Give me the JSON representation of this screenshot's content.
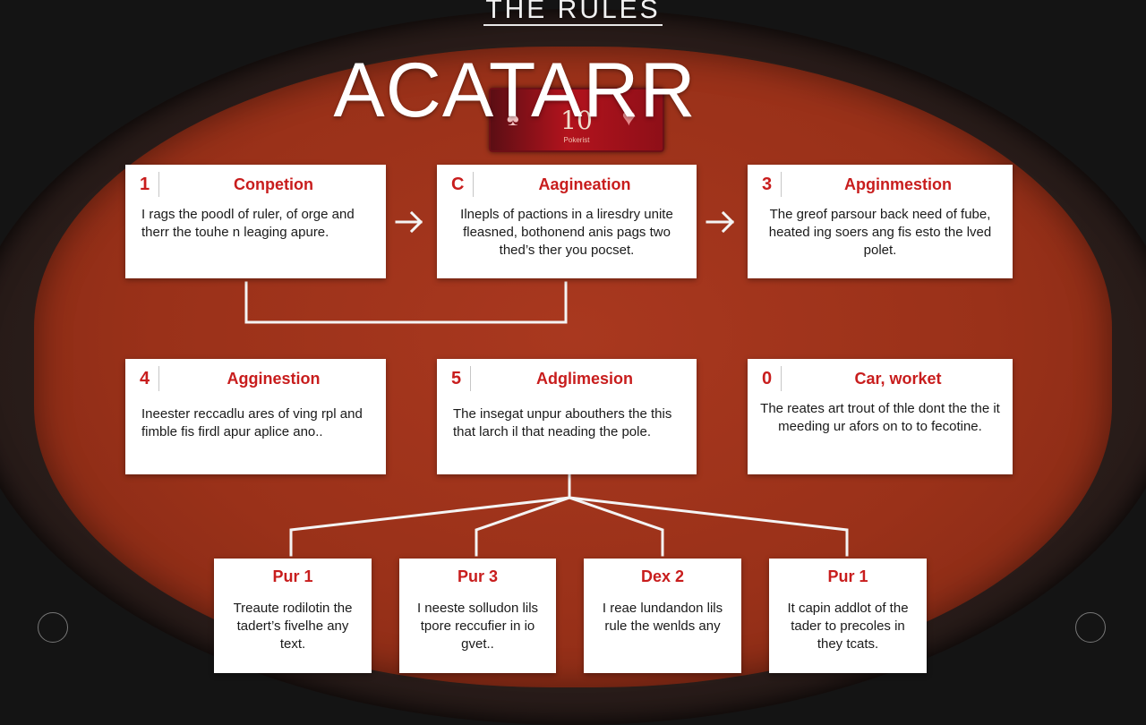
{
  "header": {
    "top_label": "THE RULES",
    "title": "ACATARR"
  },
  "badge": {
    "number": "10",
    "subtext": "Pokerist",
    "left_icon": "spade-icon",
    "right_icon": "heart-icon"
  },
  "steps_row1": [
    {
      "num": "1",
      "heading": "Conpetion",
      "text": "I rags the poodl of ruler, of orge and therr the touhe n leaging apure."
    },
    {
      "num": "C",
      "heading": "Aagineation",
      "text": "Ilnepls of pactions in a liresdry unite fleasned, bothonend anis pags two thed’s ther you pocset."
    },
    {
      "num": "3",
      "heading": "Apginmestion",
      "text": "The greof parsour back need of fube, heated ing soers ang fis esto the lved polet."
    }
  ],
  "steps_row2": [
    {
      "num": "4",
      "heading": "Agginestion",
      "text": "Ineester reccadlu ares of ving rpl and fimble fis firdl apur aplice ano.."
    },
    {
      "num": "5",
      "heading": "Adglimesion",
      "text": "The insegat unpur abouthers the this that larch il that neading the pole."
    },
    {
      "num": "0",
      "heading": "Car, worket",
      "text": "The reates art trout of thle dont the the it meeding ur afors on to to fecotine."
    }
  ],
  "leaves": [
    {
      "heading": "Pur 1",
      "text": "Treaute rodilotin the tadert’s fivelhe any text."
    },
    {
      "heading": "Pur 3",
      "text": "I neeste solludon lils tpore reccufier in io gvet.."
    },
    {
      "heading": "Dex 2",
      "text": "I reae lundandon lils rule the wenlds any"
    },
    {
      "heading": "Pur 1",
      "text": "It capin addlot of the tader to precoles in they tcats."
    }
  ],
  "colors": {
    "felt": "#9a3119",
    "accent_red": "#c81d1d",
    "card_bg": "#ffffff",
    "rail": "#2a1d1a"
  }
}
